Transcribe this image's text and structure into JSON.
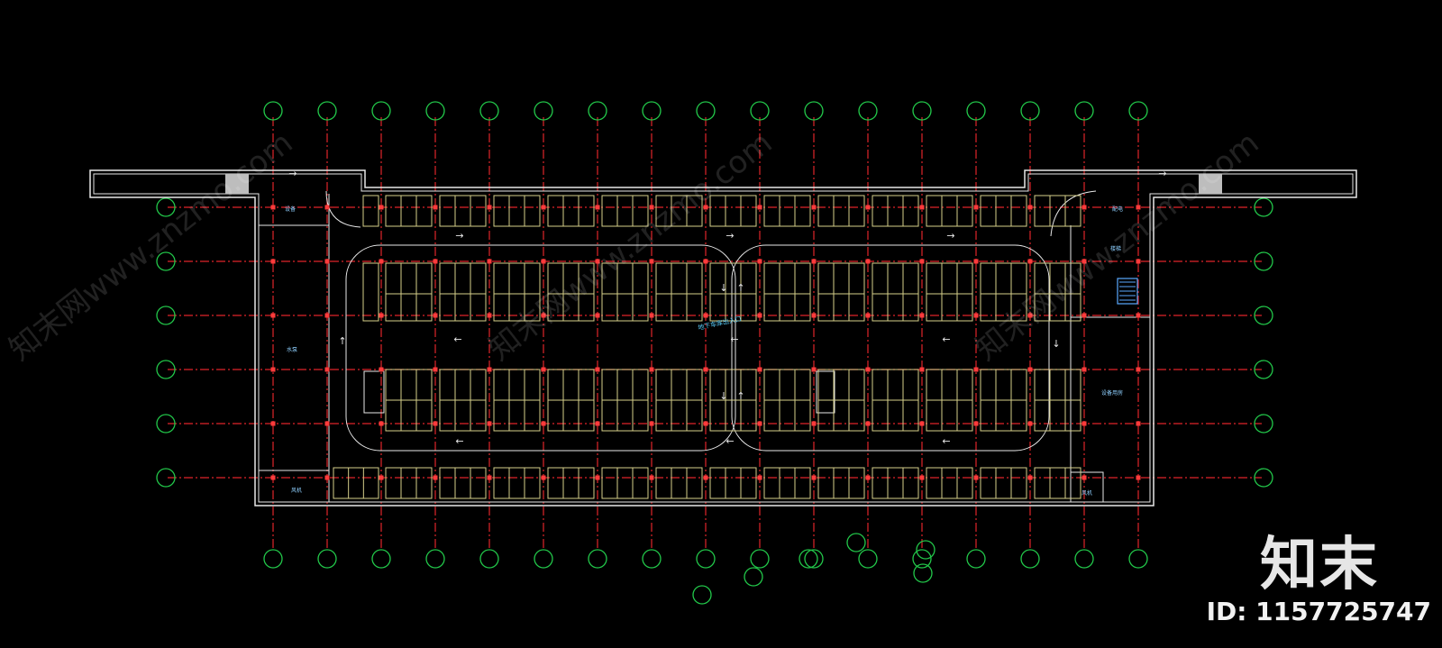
{
  "watermarks": [
    {
      "text": "知末网www.znzmo.com"
    },
    {
      "text": "知末网www.znzmo.com"
    },
    {
      "text": "知末网www.znzmo.com"
    }
  ],
  "brand": {
    "logo_text": "知末",
    "id_text": "ID: 1157725747"
  },
  "plan_labels": {
    "center_note": "地下车库出入口",
    "room_left_top": "设备",
    "room_left_mid": "水泵",
    "room_left_bottom": "风机",
    "room_right_top": "配电",
    "room_right_upper": "楼梯",
    "room_right_mid": "设备用房",
    "room_right_bottom": "风机"
  },
  "colors": {
    "background": "#000000",
    "axis_line": "#e0242a",
    "axis_bubble": "#22c84a",
    "wall": "#e8e8e8",
    "parking": "#d6cf8a",
    "column": "#ff3b3b",
    "stair": "#5aa9ff"
  }
}
